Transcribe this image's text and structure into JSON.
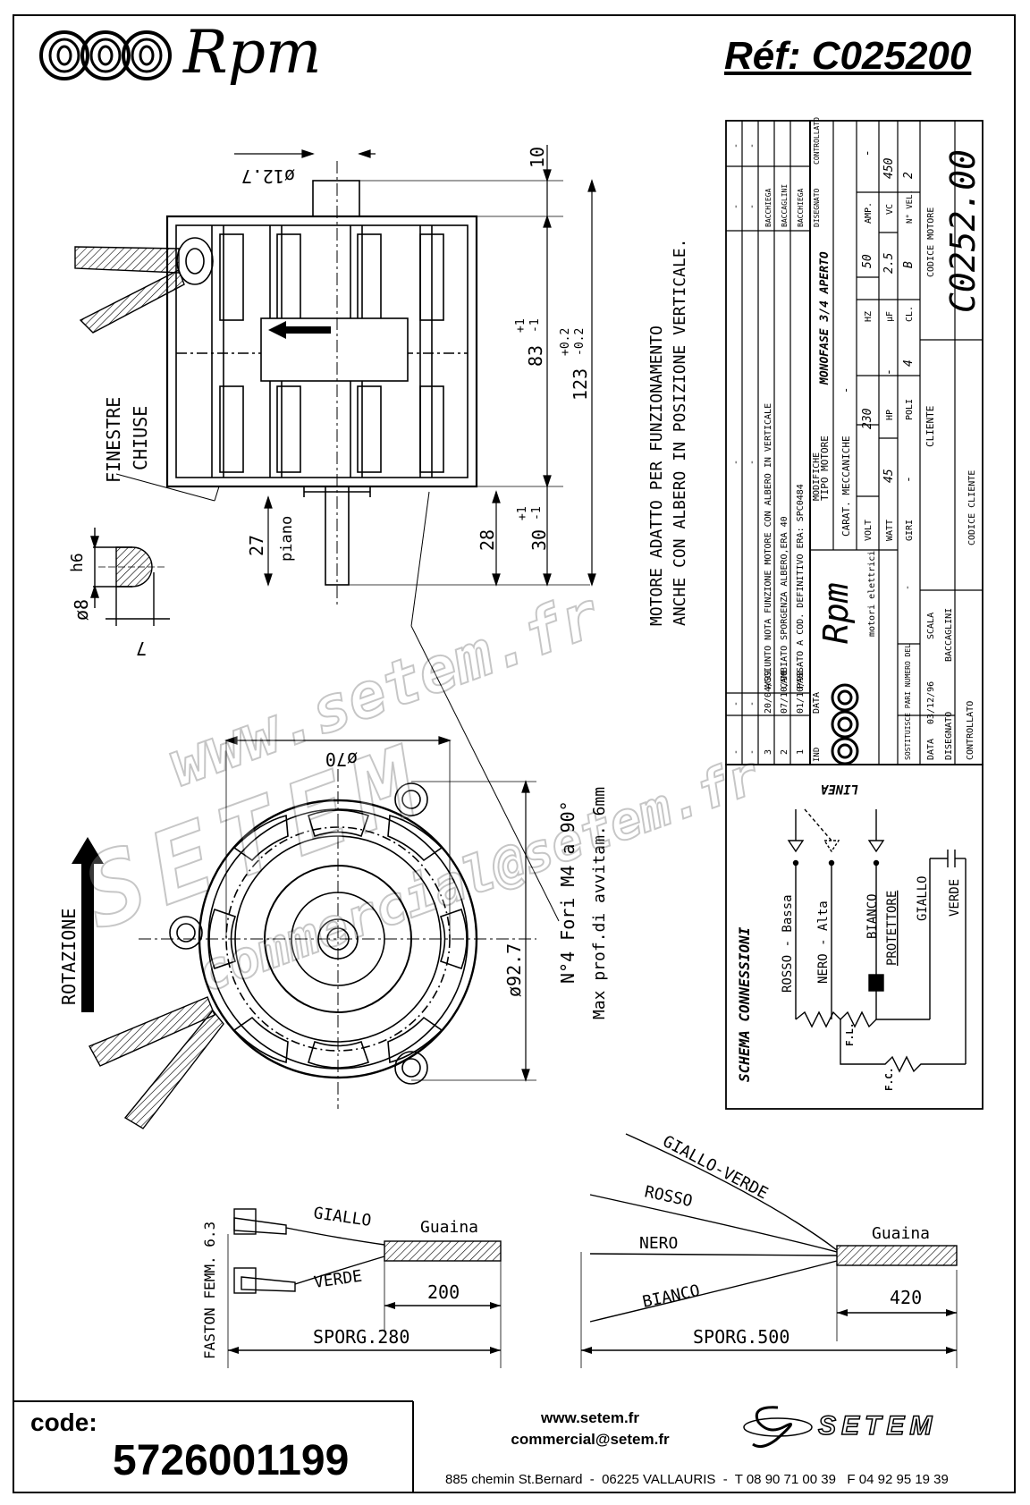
{
  "header": {
    "brand": "Rpm",
    "reference": "Réf:  C025200"
  },
  "motor_drawing": {
    "dim_shaft_diameter": "ø12.7",
    "dim_shaft_top": "10",
    "dim_body_height": "83",
    "dim_body_tol_plus": "+1",
    "dim_body_tol_minus": "-1",
    "dim_total_height": "123",
    "dim_total_tol_plus": "+0.2",
    "dim_total_tol_minus": "-0.2",
    "dim_shaft_bottom": "30",
    "dim_shaft_bottom_tol_plus": "+1",
    "dim_shaft_bottom_tol_minus": "-1",
    "dim_28": "28",
    "dim_27": "27",
    "dim_piano": "piano",
    "label_finestre": "FINESTRE",
    "label_chiuse": "CHIUSE",
    "shaft_section_h6": "h6",
    "shaft_section_dia": "ø8",
    "shaft_section_flat": "7",
    "note_line1": "MOTORE ADATTO PER FUNZIONAMENTO",
    "note_line2": "ANCHE CON ALBERO IN POSIZIONE VERTICALE."
  },
  "front_view": {
    "dim_70": "ø70",
    "dim_92": "ø92.7",
    "holes_line1": "N°4 Fori M4 a 90°",
    "holes_line2": "Max prof.di avvitam. 6mm",
    "rotation": "ROTAZIONE"
  },
  "title_block": {
    "revisions": [
      {
        "ind": "-",
        "date": "-",
        "text": "-",
        "drawn": "-",
        "checked": "-"
      },
      {
        "ind": "-",
        "date": "-",
        "text": "-",
        "drawn": "-",
        "checked": "-"
      },
      {
        "ind": "3",
        "date": "20/04/99",
        "text": "AGGIUNTO NOTA FUNZIONE MOTORE CON ALBERO IN VERTICALE",
        "drawn": "BACCHIEGA",
        "checked": ""
      },
      {
        "ind": "2",
        "date": "07/10/98",
        "text": "CAMBIATO SPORGENZA ALBERO,ERA 40",
        "drawn": "BACCAGLINI",
        "checked": ""
      },
      {
        "ind": "1",
        "date": "01/10/98",
        "text": "PASSATO A COD. DEFINITIVO ERA: SPC0484",
        "drawn": "BACCHIEGA",
        "checked": ""
      }
    ],
    "header_ind": "IND",
    "header_date": "DATA",
    "header_mod": "MODIFICHE",
    "header_drawn": "DISEGNATO",
    "header_checked": "CONTROLLATO",
    "logo_text": "Rpm",
    "logo_sub": "motori elettrici",
    "tipo_label": "TIPO MOTORE",
    "tipo_value": "MONOFASE 3/4 APERTO",
    "carat_label": "CARAT. MECCANICHE",
    "carat_value": "-",
    "volt_label": "VOLT",
    "volt_value": "230",
    "hz_label": "HZ",
    "hz_value": "50",
    "amp_label": "AMP.",
    "amp_value": "-",
    "watt_label": "WATT",
    "watt_value": "45",
    "hp_label": "HP",
    "hp_value": "-",
    "uf_label": "µF",
    "uf_value": "2.5",
    "vc_label": "VC",
    "vc_value": "450",
    "giri_label": "GIRI",
    "giri_value": "-",
    "poli_label": "POLI",
    "poli_value": "4",
    "cl_label": "CL.",
    "cl_value": "B",
    "nvel_label": "N° VEL.",
    "nvel_value": "2",
    "sostituisce": "SOSTITUISCE PARI NUMERO DEL",
    "sostituisce_value": "-",
    "cliente_label": "CLIENTE",
    "codice_motore_label": "CODICE MOTORE",
    "codice_motore": "C0252.00",
    "data_label": "DATA",
    "data_value": "03/12/96",
    "scala_label": "SCALA",
    "disegnato_label": "DISEGNATO",
    "disegnato_value": "BACCAGLINI",
    "controllato_label": "CONTROLLATO",
    "codice_cliente_label": "CODICE CLIENTE"
  },
  "schema": {
    "title": "SCHEMA CONNESSIONI",
    "linea": "LINEA",
    "rosso": "ROSSO - Bassa",
    "nero": "NERO - Alta",
    "bianco": "BIANCO",
    "protettore": "PROTETTORE",
    "giallo": "GIALLO",
    "verde": "VERDE",
    "fl": "F.L.",
    "fc": "F.C."
  },
  "cable_left": {
    "giallo": "GIALLO",
    "verde": "VERDE",
    "guaina": "Guaina",
    "dim_200": "200",
    "sporg": "SPORG.280",
    "faston": "FASTON FEMM. 6.3"
  },
  "cable_right": {
    "giallo_verde": "GIALLO-VERDE",
    "rosso": "ROSSO",
    "nero": "NERO",
    "bianco": "BIANCO",
    "guaina": "Guaina",
    "dim_420": "420",
    "sporg": "SPORG.500"
  },
  "watermark": {
    "line1": "www.setem.fr",
    "line2": "SETEM",
    "line3": "commercial@setem.fr"
  },
  "footer": {
    "code_label": "code:",
    "code_value": "5726001199",
    "website": "www.setem.fr",
    "email": "commercial@setem.fr",
    "address": "885 chemin St.Bernard  -  06225 VALLAURIS  -  T 08 90 71 00 39   F 04 92 95 19 39",
    "setem_brand": "SETEM"
  }
}
